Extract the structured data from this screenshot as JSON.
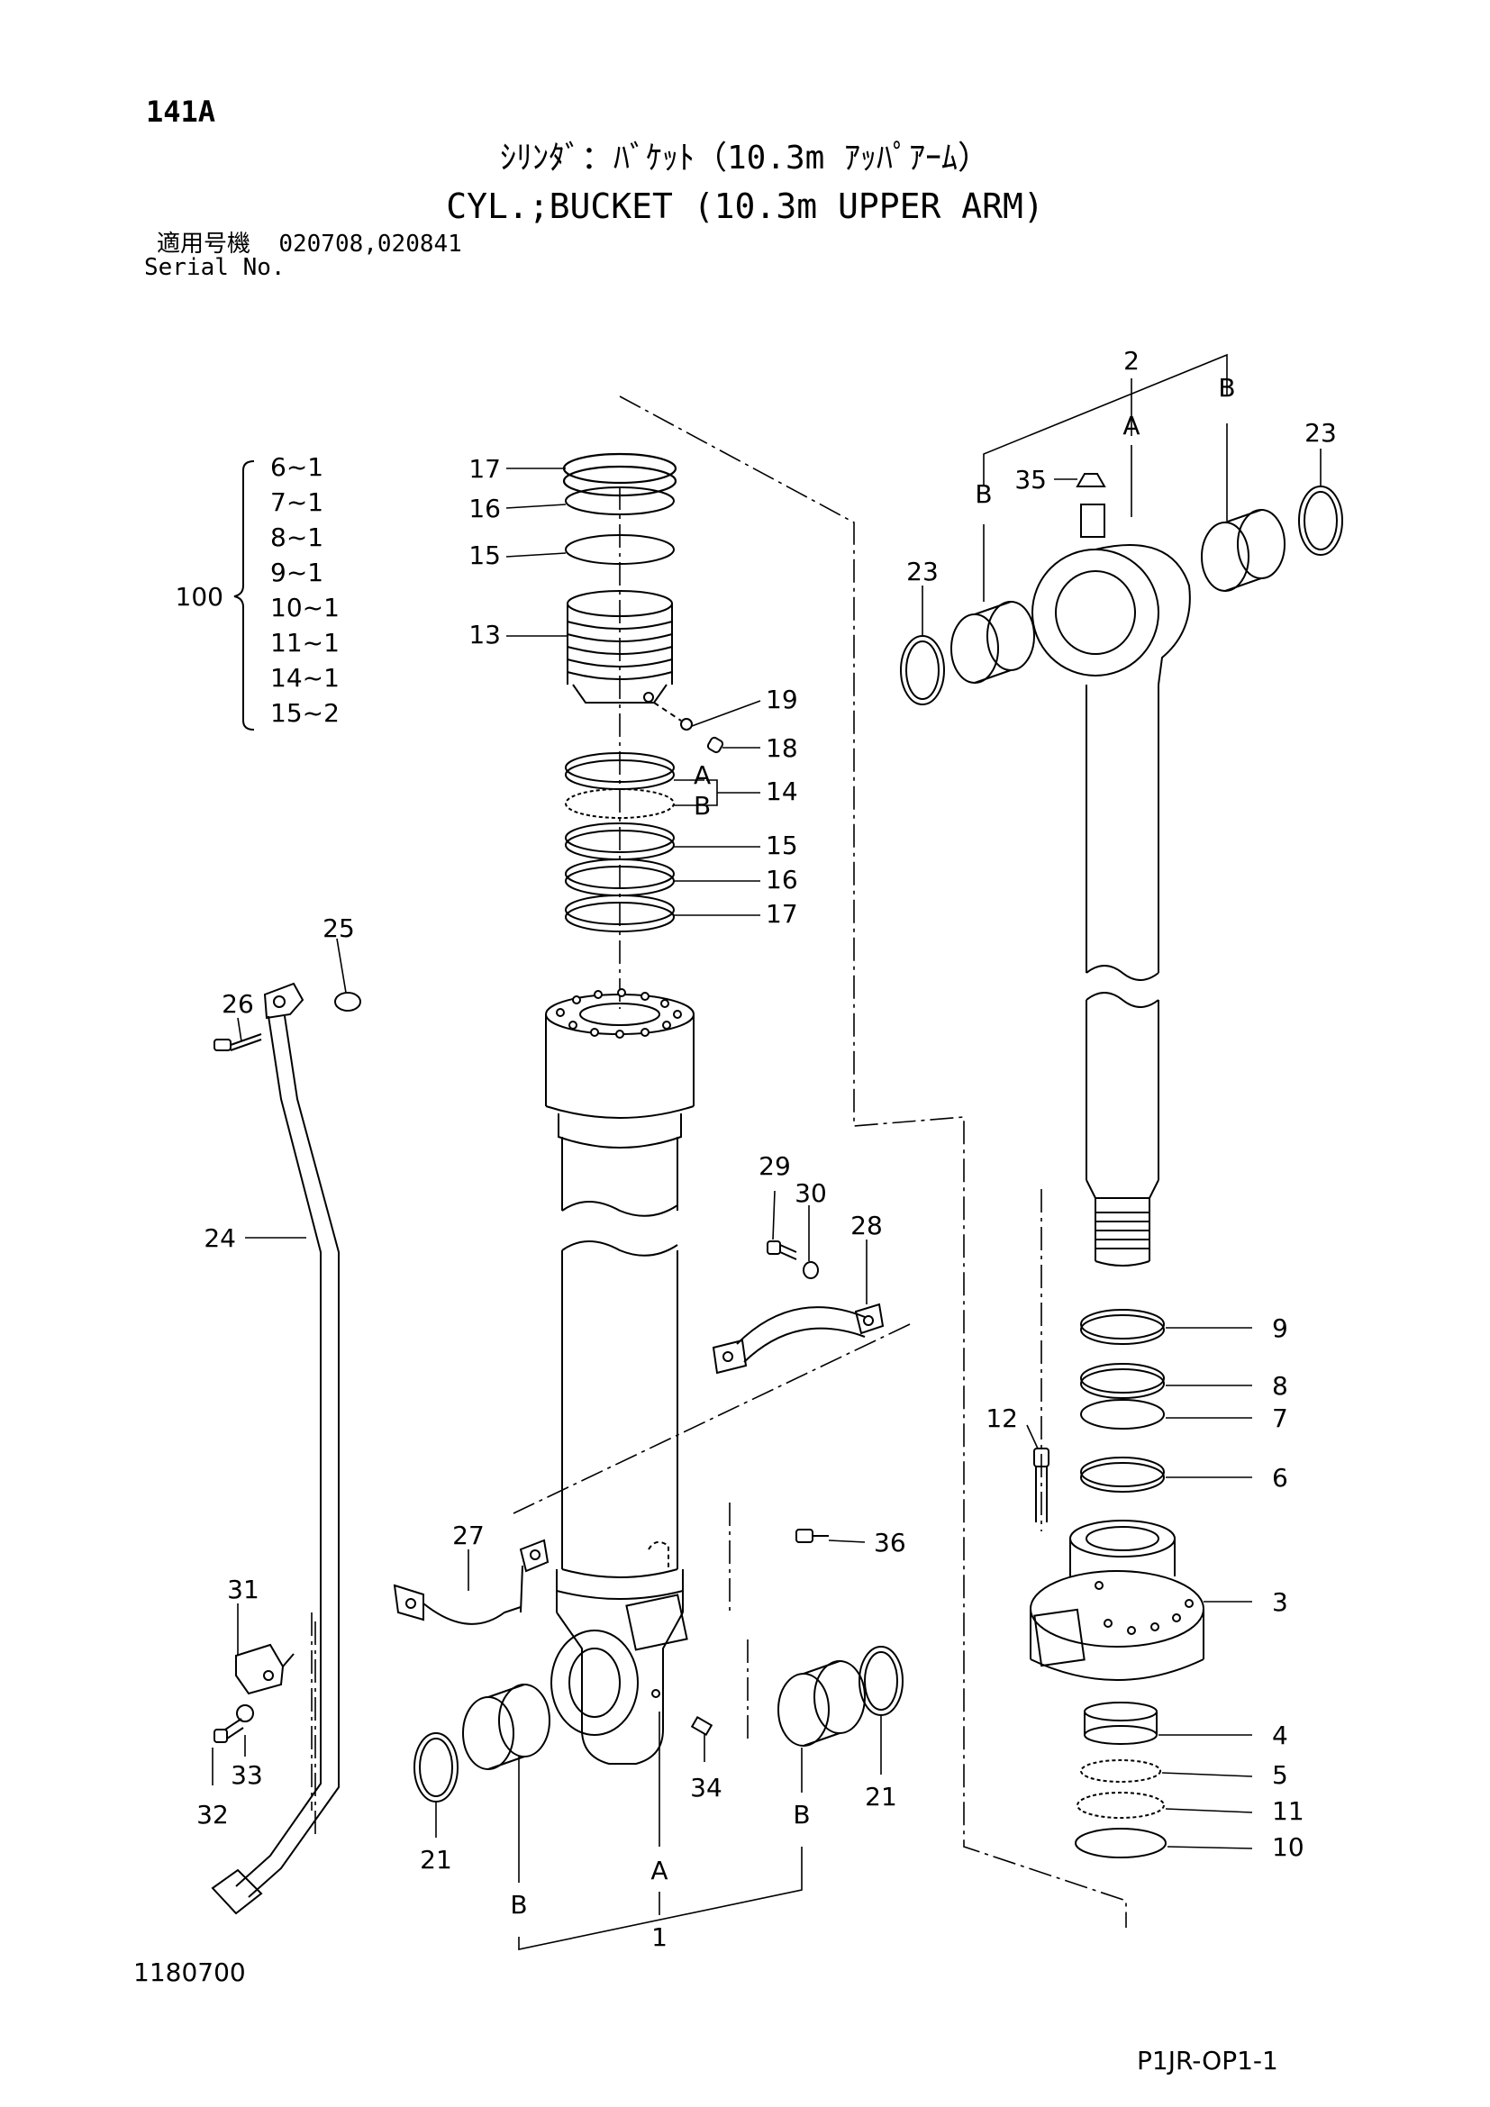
{
  "header": {
    "page_code": "141A",
    "title_jp": "ｼﾘﾝﾀﾞ：ﾊﾞｹｯﾄ（10.3m ｱｯﾊﾟｱｰﾑ）",
    "title_en": "CYL.;BUCKET (10.3m UPPER ARM)",
    "serial_label_jp": "適用号機",
    "serial_numbers": "020708,020841",
    "serial_label_en": "Serial No."
  },
  "kit": {
    "label": "100",
    "items": [
      "6~1",
      "7~1",
      "8~1",
      "9~1",
      "10~1",
      "11~1",
      "14~1",
      "15~2"
    ]
  },
  "callouts": {
    "c1": "1",
    "c2": "2",
    "c3": "3",
    "c4": "4",
    "c5": "5",
    "c6": "6",
    "c7": "7",
    "c8": "8",
    "c9": "9",
    "c10": "10",
    "c11": "11",
    "c12": "12",
    "c13": "13",
    "c14": "14",
    "c15": "15",
    "c16": "16",
    "c17": "17",
    "c18": "18",
    "c19": "19",
    "c21": "21",
    "c23": "23",
    "c24": "24",
    "c25": "25",
    "c26": "26",
    "c27": "27",
    "c28": "28",
    "c29": "29",
    "c30": "30",
    "c31": "31",
    "c32": "32",
    "c33": "33",
    "c34": "34",
    "c35": "35",
    "c36": "36",
    "A": "A",
    "B": "B"
  },
  "footer": {
    "doc_number": "1180700",
    "page_ref": "P1JR-OP1-1"
  }
}
